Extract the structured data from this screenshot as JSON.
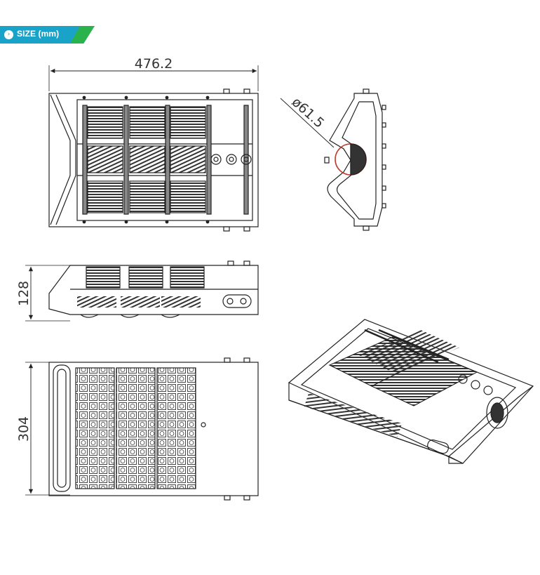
{
  "section_tag": {
    "label": "SIZE (mm)",
    "bullet_icon": "chevron-right-icon",
    "colors": {
      "primary": "#1aa3c9",
      "accent": "#2ab24c"
    }
  },
  "dimensions": {
    "width": "476.2",
    "height": "128",
    "depth": "304",
    "mount_diameter": "ø61.5"
  }
}
